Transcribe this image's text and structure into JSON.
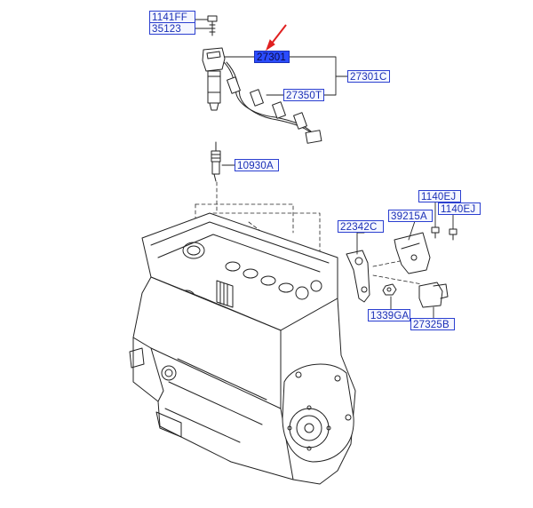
{
  "labels": {
    "l1141ff_top": "1141FF",
    "l35123": "35123",
    "l27301": "27301",
    "l27301c": "27301C",
    "l27350t": "27350T",
    "l10930a": "10930A",
    "l1140ej_a": "1140EJ",
    "l39215a": "39215A",
    "l1140ej_b": "1140EJ",
    "l22342c": "22342C",
    "l1339ga": "1339GA",
    "l27325b": "27325B"
  },
  "colors": {
    "label_text": "#1a2fb5",
    "label_border": "#2b3fd0",
    "highlight_fill": "#2b4cff",
    "arrow": "#e02020",
    "line": "#222222"
  }
}
